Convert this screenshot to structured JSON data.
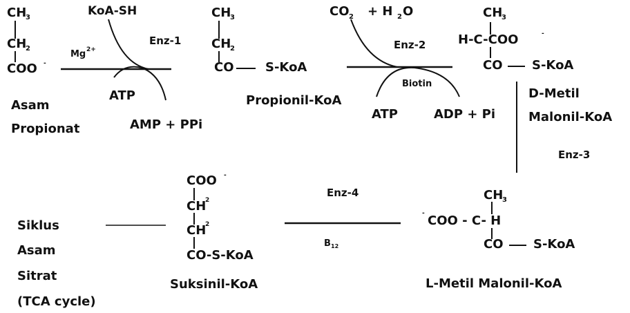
{
  "propionate": {
    "ch3": "CH",
    "ch3_sub": "3",
    "ch2": "CH",
    "ch2_sub": "2",
    "coo": "COO",
    "coo_charge": "-",
    "name_line1": "Asam",
    "name_line2": "Propionat"
  },
  "step1": {
    "cofactor": "KoA-SH",
    "mg": "Mg",
    "mg_charge": "2+",
    "enzyme": "Enz-1",
    "atp": "ATP",
    "products": "AMP + PPi"
  },
  "propionyl_coa": {
    "ch3": "CH",
    "ch3_sub": "3",
    "ch2": "CH",
    "ch2_sub": "2",
    "co": "CO",
    "skoa": "S-KoA",
    "name": "Propionil-KoA"
  },
  "step2": {
    "co2": "CO",
    "co2_sub": "2",
    "plus_h2o": "+ H",
    "h2o_sub": "2",
    "h2o_o": "O",
    "enzyme": "Enz-2",
    "biotin": "Biotin",
    "atp": "ATP",
    "products": "ADP + Pi"
  },
  "d_methylmalonyl": {
    "ch3": "CH",
    "ch3_sub": "3",
    "h_c": "H-C-COO",
    "charge": "-",
    "co": "CO",
    "skoa": "S-KoA",
    "name_line1": "D-Metil",
    "name_line2": "Malonil-KoA"
  },
  "step3": {
    "enzyme": "Enz-3"
  },
  "l_methylmalonyl": {
    "ch3": "CH",
    "ch3_sub": "3",
    "charge": "-",
    "coo_c_h": "COO - C- H",
    "co": "CO",
    "skoa": "S-KoA",
    "name": "L-Metil Malonil-KoA"
  },
  "step4": {
    "enzyme": "Enz-4",
    "cofactor": "B",
    "cofactor_sub": "12"
  },
  "succinyl_coa": {
    "coo": "COO",
    "coo_charge": "-",
    "ch2a": "CH",
    "ch2a_sup": "2",
    "ch2b": "CH",
    "ch2b_sup": "2",
    "co_skoa": "CO-S-KoA",
    "name": "Suksinil-KoA"
  },
  "tca": {
    "line1": "Siklus",
    "line2": "Asam",
    "line3": "Sitrat",
    "line4": "(TCA cycle)"
  }
}
